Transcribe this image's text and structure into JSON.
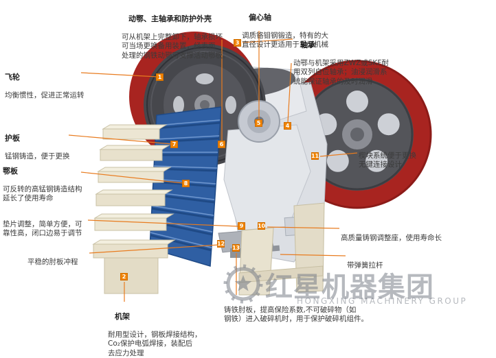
{
  "labels": {
    "housing": {
      "title": "动鄂、主轴承和防护外壳",
      "body": "可从机架上完整卸下，轴承损坏\n可当场更换备用装置，经表面\n处理的钢铁动鄂可支撑活动鄂板。"
    },
    "eccentric": {
      "title": "偏心轴",
      "body": "调质铬钼钢锻造，特有的大\n直径设计更适用于重型机械"
    },
    "bearing": {
      "title": "轴承",
      "body": "动鄂与机架采用ZWZ或SKF耐\n用双列自位轴承；油浸润滑系\n统能保证轴承的及时润滑"
    },
    "flywheel": {
      "title": "飞轮",
      "body": "均衡惯性，促进正常运转"
    },
    "guard": {
      "title": "护板",
      "body": "锰钢铸造，便于更换"
    },
    "jaw": {
      "title": "鄂板",
      "body": "可反转的高锰钢铸造结构\n延长了使用寿命"
    },
    "shim": {
      "body": "垫片调整，简单方便，可\n靠性高，闭口边易于调节"
    },
    "stroke": {
      "body": "平稳的肘板冲程"
    },
    "wedge": {
      "body": "楔块系统便于更换\n无键连接设计"
    },
    "seat": {
      "body": "高质量铸钢调整座，使用寿命长"
    },
    "rod": {
      "body": "带弹簧拉杆"
    },
    "frame": {
      "title": "机架",
      "body": "耐用型设计，钢板焊接结构，\nCo₂保护电弧焊接，装配后\n去应力处理"
    },
    "toggle": {
      "body": "铸铁肘板，提高保险系数,不可破碎物（如\n钢铁）进入破碎机时，用于保护破碎机组件。"
    }
  },
  "markers": [
    {
      "n": "1"
    },
    {
      "n": "2"
    },
    {
      "n": "3"
    },
    {
      "n": "4"
    },
    {
      "n": "5"
    },
    {
      "n": "6"
    },
    {
      "n": "7"
    },
    {
      "n": "8"
    },
    {
      "n": "9"
    },
    {
      "n": "10"
    },
    {
      "n": "11"
    },
    {
      "n": "12"
    },
    {
      "n": "13"
    }
  ],
  "watermark": {
    "cn": "红星机器集团",
    "en": "HONGXING MACHINERY GROUP"
  },
  "colors": {
    "accent_orange": "#f08300",
    "leader_line": "#e87b1e",
    "wheel_red": "#a82420",
    "wheel_dark": "#46474c",
    "jaw_blue": "#2f5fa3",
    "frame_cream": "#ece6d3",
    "text": "#3b3b3b",
    "watermark_gray": "#7a8088"
  }
}
